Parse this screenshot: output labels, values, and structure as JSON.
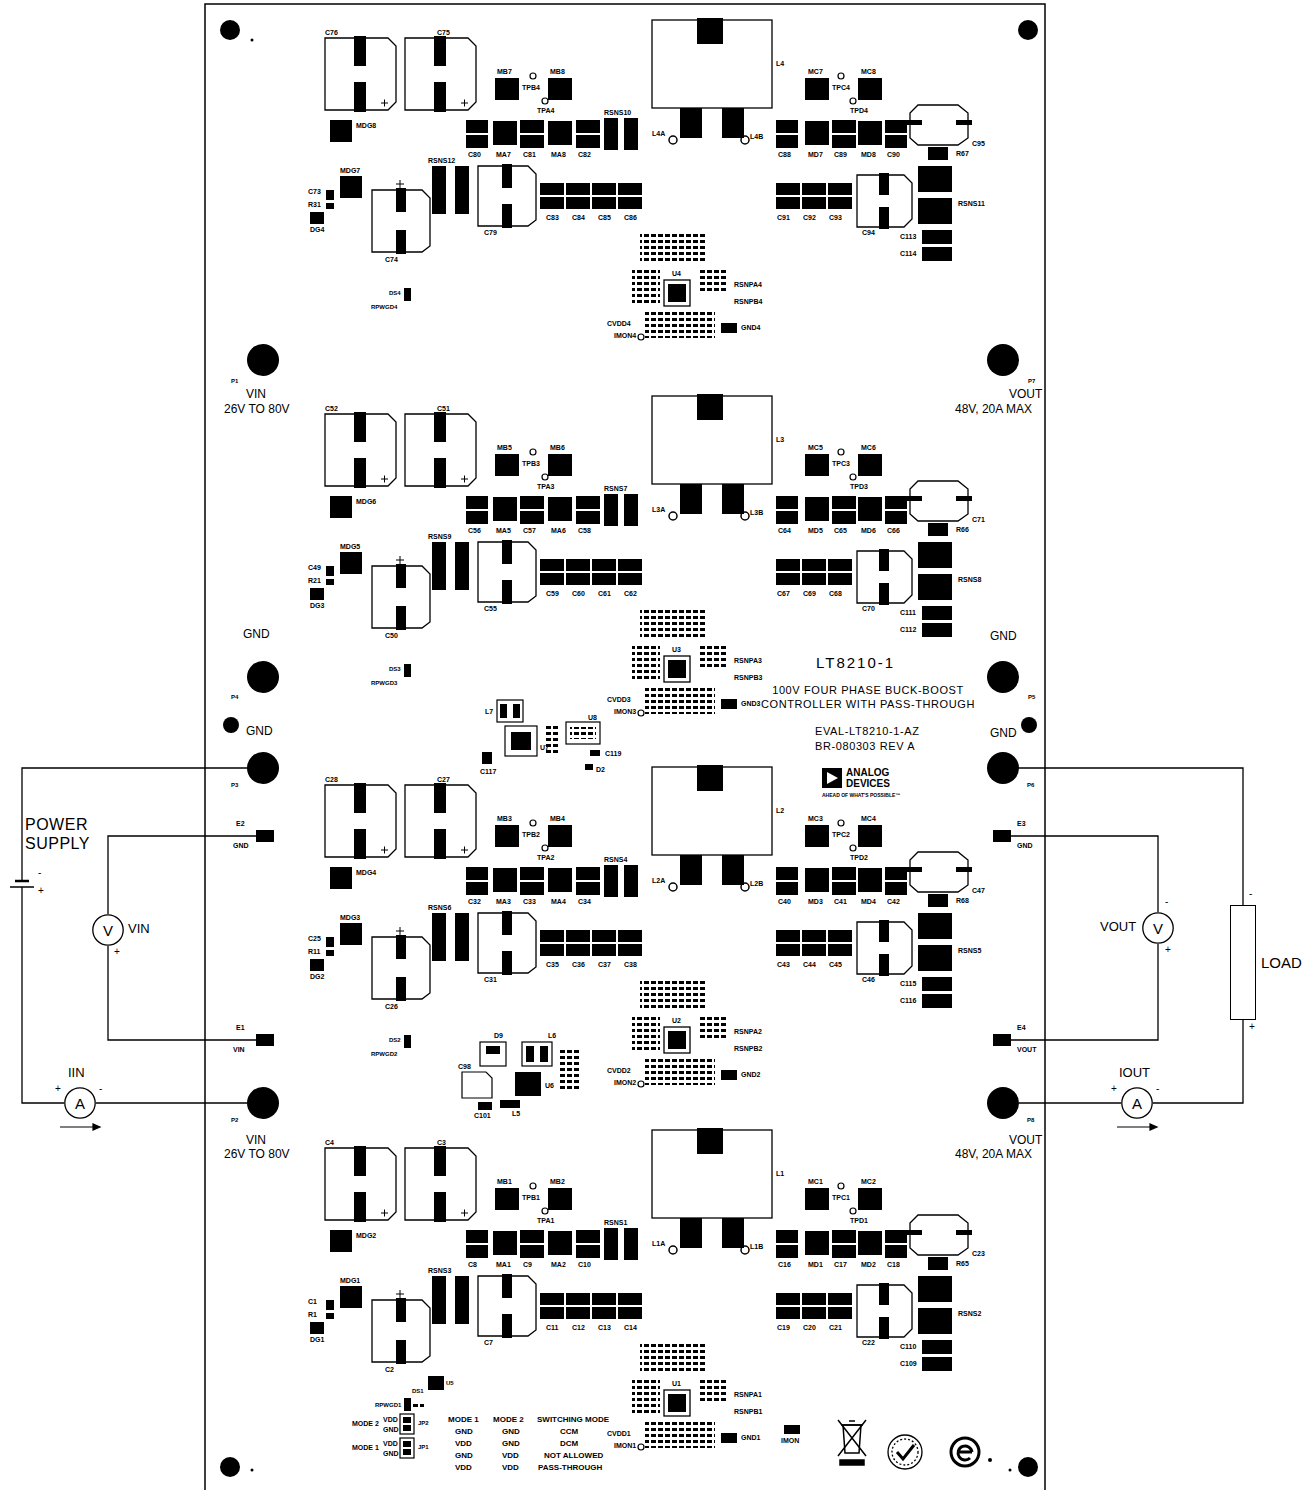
{
  "diagram": {
    "nodes": [
      {
        "text": [
          "P3"
        ]
      },
      {
        "text": [
          "P2"
        ]
      },
      {
        "text": [
          "E2",
          "GND"
        ]
      },
      {
        "text": [
          "E1",
          "VIN"
        ]
      },
      {
        "text": [
          "V",
          "VIN"
        ]
      },
      {
        "text": [
          "A",
          "IIN"
        ]
      },
      {
        "text": [
          "POWER SUPPLY"
        ]
      },
      {
        "text": [
          "P6"
        ]
      },
      {
        "text": [
          "P8"
        ]
      },
      {
        "text": [
          "E3",
          "GND"
        ]
      },
      {
        "text": [
          "E4",
          "VOUT"
        ]
      },
      {
        "text": [
          "V",
          "VOUT"
        ]
      },
      {
        "text": [
          "A",
          "IOUT"
        ]
      },
      {
        "text": [
          "LOAD"
        ]
      }
    ],
    "edges": [
      {
        "from": 6,
        "to": 0,
        "arrow": "none"
      },
      {
        "from": 6,
        "to": 5,
        "arrow": "none"
      },
      {
        "from": 5,
        "to": 1,
        "arrow": "none"
      },
      {
        "from": 4,
        "to": 2,
        "arrow": "none"
      },
      {
        "from": 4,
        "to": 3,
        "arrow": "none"
      },
      {
        "from": 7,
        "to": 13,
        "arrow": "none"
      },
      {
        "from": 13,
        "to": 12,
        "arrow": "none"
      },
      {
        "from": 12,
        "to": 8,
        "arrow": "none"
      },
      {
        "from": 11,
        "to": 9,
        "arrow": "none"
      },
      {
        "from": 11,
        "to": 10,
        "arrow": "none"
      }
    ],
    "labels": [
      "C76",
      "C75",
      "MB7",
      "MB8",
      "TPB4",
      "TPA4",
      "RSNS10",
      "L4",
      "L4A",
      "L4B",
      "MC7",
      "MC8",
      "TPC4",
      "TPD4",
      "C95",
      "C80",
      "MA7",
      "C81",
      "MA8",
      "C82",
      "C88",
      "MD7",
      "C89",
      "MD8",
      "C90",
      "R67",
      "RSNS11",
      "C113",
      "C114",
      "MDG8",
      "MDG7",
      "C73",
      "R31",
      "DG4",
      "RSNS12",
      "C74",
      "C79",
      "C83",
      "C84",
      "C85",
      "C86",
      "C91",
      "C92",
      "C93",
      "C94",
      "U4",
      "RSNPA4",
      "RSNPB4",
      "CVDD4",
      "IMON4",
      "GND4",
      "C52",
      "C51",
      "MB5",
      "MB6",
      "TPB3",
      "TPA3",
      "RSNS7",
      "L3",
      "L3A",
      "L3B",
      "MC5",
      "MC6",
      "TPC3",
      "TPD3",
      "C71",
      "C56",
      "MA5",
      "C57",
      "MA6",
      "C58",
      "C64",
      "MD5",
      "C65",
      "MD6",
      "C66",
      "R66",
      "RSNS8",
      "C111",
      "C112",
      "MDG6",
      "MDG5",
      "C49",
      "R21",
      "DG3",
      "RSNS9",
      "C50",
      "C55",
      "C59",
      "C60",
      "C61",
      "C62",
      "C67",
      "C69",
      "C68",
      "C70",
      "U3",
      "RSNPA3",
      "RSNPB3",
      "CVDD3",
      "IMON3",
      "GND3",
      "C28",
      "C27",
      "MB3",
      "MB4",
      "TPB2",
      "TPA2",
      "RSNS4",
      "L2",
      "L2A",
      "L2B",
      "MC3",
      "MC4",
      "TPC2",
      "TPD2",
      "C47",
      "C32",
      "MA3",
      "C33",
      "MA4",
      "C34",
      "C40",
      "MD3",
      "C41",
      "MD4",
      "C42",
      "R68",
      "RSNS5",
      "C115",
      "C116",
      "MDG4",
      "MDG3",
      "C25",
      "R11",
      "DG2",
      "RSNS6",
      "C26",
      "C31",
      "C35",
      "C36",
      "C37",
      "C38",
      "C43",
      "C44",
      "C45",
      "C46",
      "U2",
      "RSNPA2",
      "RSNPB2",
      "CVDD2",
      "IMON2",
      "GND2",
      "C4",
      "C3",
      "MB1",
      "MB2",
      "TPB1",
      "TPA1",
      "RSNS1",
      "L1",
      "L1A",
      "L1B",
      "MC1",
      "MC2",
      "TPC1",
      "TPD1",
      "C23",
      "C8",
      "MA1",
      "C9",
      "MA2",
      "C10",
      "C16",
      "MD1",
      "C17",
      "MD2",
      "C18",
      "R65",
      "RSNS2",
      "C110",
      "C109",
      "MDG2",
      "MDG1",
      "C1",
      "R1",
      "DG1",
      "RSNS3",
      "C2",
      "C7",
      "C11",
      "C12",
      "C13",
      "C14",
      "C19",
      "C20",
      "C21",
      "C22",
      "U1",
      "RSNPA1",
      "RSNPB1",
      "CVDD1",
      "IMON1",
      "GND1",
      "P1",
      "VIN",
      "26V TO 80V",
      "P7",
      "VOUT",
      "48V, 20A MAX",
      "GND",
      "P4",
      "GND",
      "GND",
      "P5",
      "GND",
      "VIN",
      "26V TO 80V",
      "VOUT",
      "48V, 20A MAX",
      "LT8210-1",
      "100V FOUR PHASE BUCK-BOOST CONTROLLER WITH PASS-THROUGH",
      "EVAL-LT8210-1-AZ",
      "BR-080303 REV A",
      "ANALOG",
      "DEVICES",
      "AHEAD OF WHAT'S POSSIBLE™",
      "-",
      "+",
      "+",
      "+",
      "-",
      "-",
      "+",
      "+",
      "-",
      "-",
      "+",
      "MODE 2",
      "VDD",
      "GND",
      "JP2",
      "MODE 1",
      "VDD",
      "GND",
      "JP1",
      "MODE 1",
      "MODE 2",
      "SWITCHING MODE",
      "GND",
      "GND",
      "CCM",
      "VDD",
      "GND",
      "DCM",
      "GND",
      "VDD",
      "NOT ALLOWED",
      "VDD",
      "VDD",
      "PASS-THROUGH",
      "RPWGD1",
      "DS1",
      "U5",
      "IMON",
      "DS4",
      "RPWGD4",
      "DS3",
      "RPWGD3",
      "DS2",
      "RPWGD2",
      "L7",
      "U7",
      "U8",
      "C117",
      "C119",
      "D2",
      "D9",
      "L6",
      "U6",
      "C98",
      "L5",
      "C101"
    ]
  }
}
